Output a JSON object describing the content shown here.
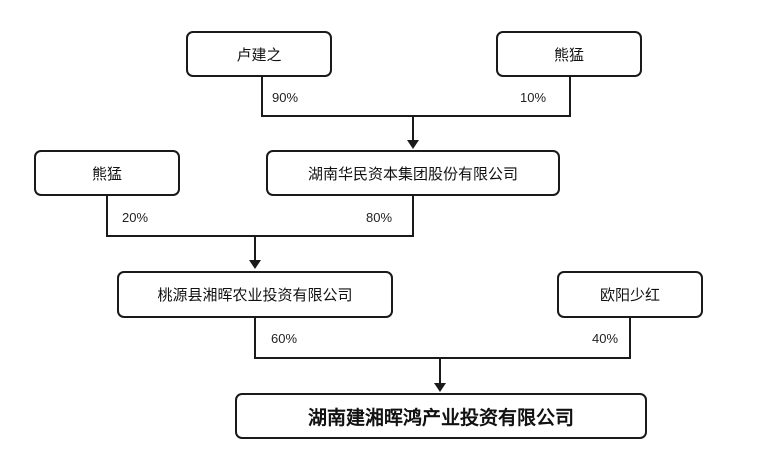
{
  "nodes": {
    "lu_jianzhi": "卢建之",
    "xiong_meng_top": "熊猛",
    "hunan_huamin": "湖南华民资本集团股份有限公司",
    "xiong_meng_left": "熊猛",
    "taoyuan_xianghui": "桃源县湘晖农业投资有限公司",
    "ouyang_shaohong": "欧阳少红",
    "hunan_jianxiang": "湖南建湘晖鸿产业投资有限公司"
  },
  "edges": {
    "lu_to_huamin": "90%",
    "xiong_top_to_huamin": "10%",
    "xiong_left_to_taoyuan": "20%",
    "huamin_to_taoyuan": "80%",
    "taoyuan_to_jianxiang": "60%",
    "ouyang_to_jianxiang": "40%"
  }
}
